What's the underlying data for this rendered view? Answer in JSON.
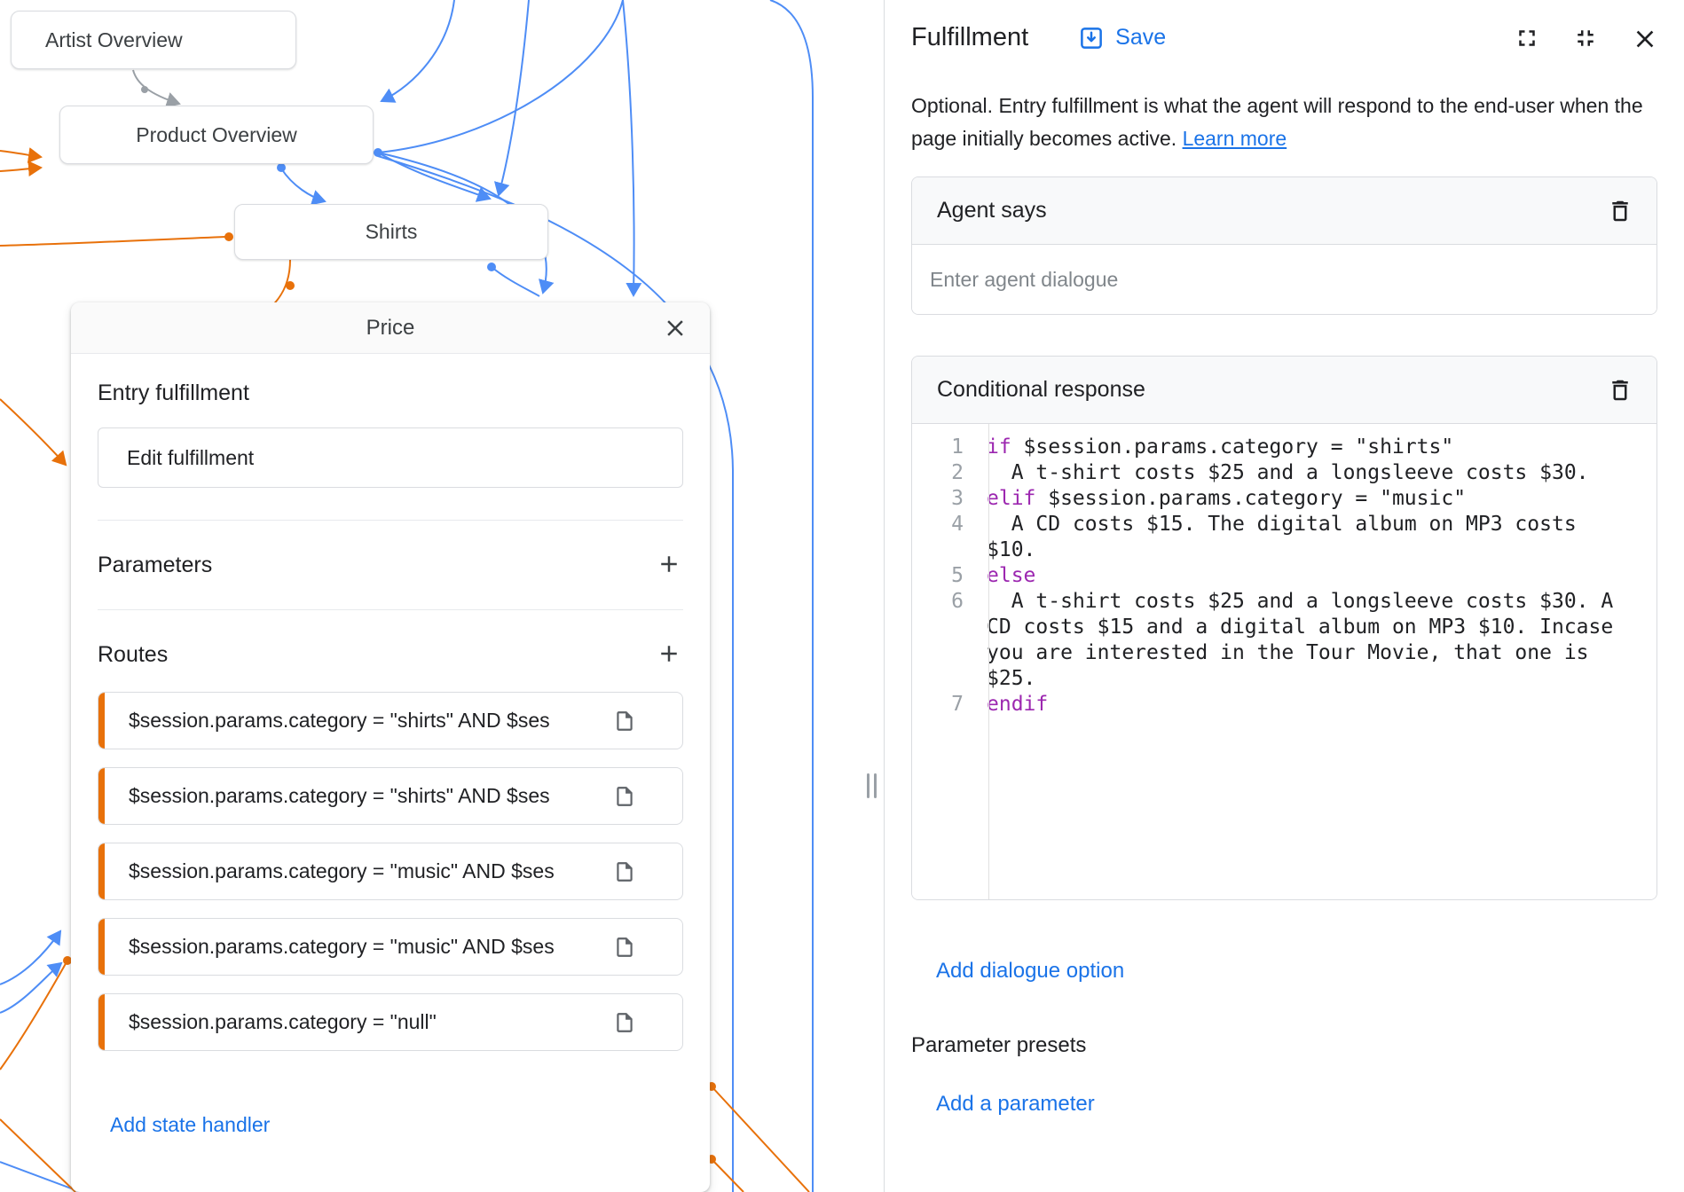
{
  "canvas": {
    "nodes": {
      "artist_overview": "Artist Overview",
      "product_overview": "Product Overview",
      "shirts": "Shirts"
    },
    "price_card": {
      "title": "Price",
      "entry_fulfillment_label": "Entry fulfillment",
      "edit_fulfillment_label": "Edit fulfillment",
      "parameters_label": "Parameters",
      "routes_label": "Routes",
      "routes": [
        "$session.params.category = \"shirts\" AND $ses",
        "$session.params.category = \"shirts\" AND $ses",
        "$session.params.category = \"music\" AND $ses",
        "$session.params.category = \"music\" AND $ses",
        "$session.params.category = \"null\""
      ],
      "add_state_handler_label": "Add state handler"
    }
  },
  "panel": {
    "title": "Fulfillment",
    "save_label": "Save",
    "description": "Optional. Entry fulfillment is what the agent will respond to the end-user when the page initially becomes active. ",
    "learn_more_label": "Learn more",
    "agent_says": {
      "title": "Agent says",
      "placeholder": "Enter agent dialogue"
    },
    "conditional_response": {
      "title": "Conditional response",
      "code_lines": [
        {
          "num": 1,
          "segments": [
            {
              "t": "if",
              "k": true
            },
            {
              "t": " $session.params.category = \"shirts\"",
              "k": false
            }
          ]
        },
        {
          "num": 2,
          "segments": [
            {
              "t": "  A t-shirt costs $25 and a longsleeve costs $30.",
              "k": false
            }
          ]
        },
        {
          "num": 3,
          "segments": [
            {
              "t": "elif",
              "k": true
            },
            {
              "t": " $session.params.category = \"music\"",
              "k": false
            }
          ]
        },
        {
          "num": 4,
          "segments": [
            {
              "t": "  A CD costs $15. The digital album on MP3 costs $10.",
              "k": false
            }
          ]
        },
        {
          "num": 5,
          "segments": [
            {
              "t": "else",
              "k": true
            }
          ]
        },
        {
          "num": 6,
          "segments": [
            {
              "t": "  A t-shirt costs $25 and a longsleeve costs $30. A CD costs $15 and a digital album on MP3 $10. Incase you are interested in the Tour Movie, that one is $25.",
              "k": false
            }
          ]
        },
        {
          "num": 7,
          "segments": [
            {
              "t": "endif",
              "k": true
            }
          ]
        }
      ]
    },
    "add_dialogue_option_label": "Add dialogue option",
    "parameter_presets_label": "Parameter presets",
    "add_parameter_label": "Add a parameter"
  },
  "icons": {
    "save": "arrow-down-into-box",
    "fullscreen": "expand-corners",
    "exit_fullscreen": "collapse-corners",
    "close": "x",
    "delete": "trash-outline",
    "add": "plus",
    "route_file": "page-outline"
  },
  "colors": {
    "accent_blue": "#1a73e8",
    "flow_blue": "#4e8df6",
    "flow_orange": "#e8710a",
    "keyword_purple": "#9c27b0",
    "border_gray": "#dadce0"
  }
}
